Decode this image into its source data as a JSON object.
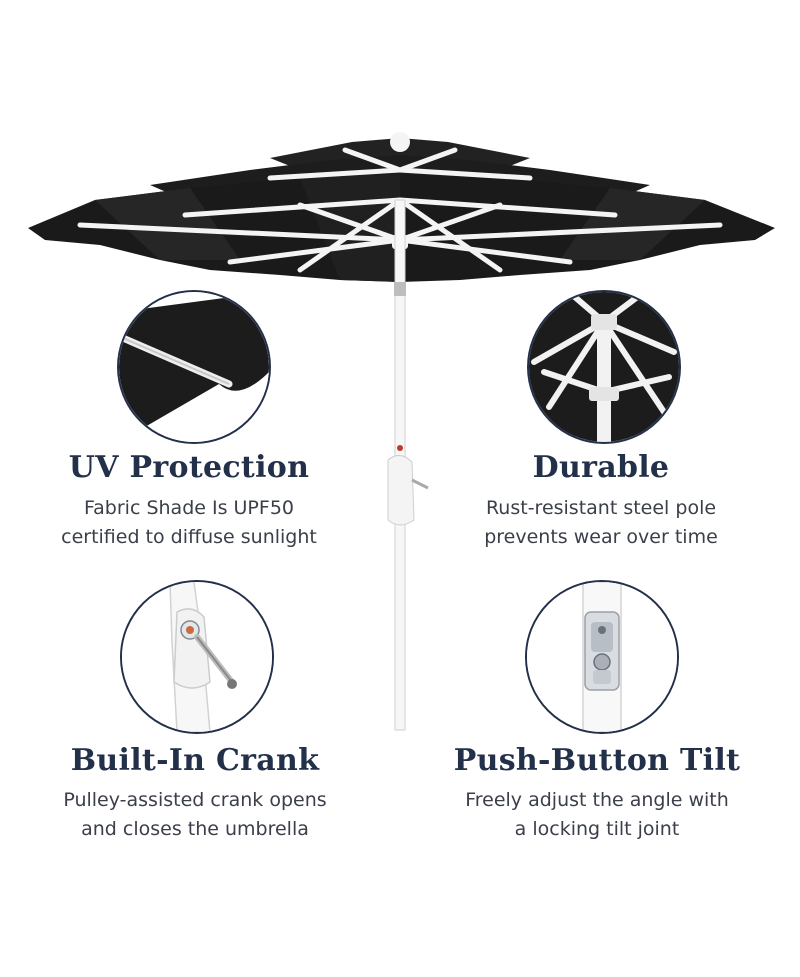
{
  "features": [
    {
      "id": "uv",
      "title": "UV Protection",
      "line1": "Fabric Shade Is UPF50",
      "line2": "certified to diffuse sunlight",
      "icon": "fabric-closeup-icon"
    },
    {
      "id": "durable",
      "title": "Durable",
      "line1": "Rust-resistant steel pole",
      "line2": "prevents wear over time",
      "icon": "frame-ribs-icon"
    },
    {
      "id": "crank",
      "title": "Built-In Crank",
      "line1": "Pulley-assisted crank opens",
      "line2": "and closes the umbrella",
      "icon": "crank-handle-icon"
    },
    {
      "id": "tilt",
      "title": "Push-Button Tilt",
      "line1": "Freely adjust the angle with",
      "line2": "a locking tilt joint",
      "icon": "tilt-button-icon"
    }
  ],
  "colors": {
    "heading": "#23304a",
    "body_text": "#3a3f4a",
    "canopy": "#1e1e1e",
    "frame": "#ffffff"
  }
}
